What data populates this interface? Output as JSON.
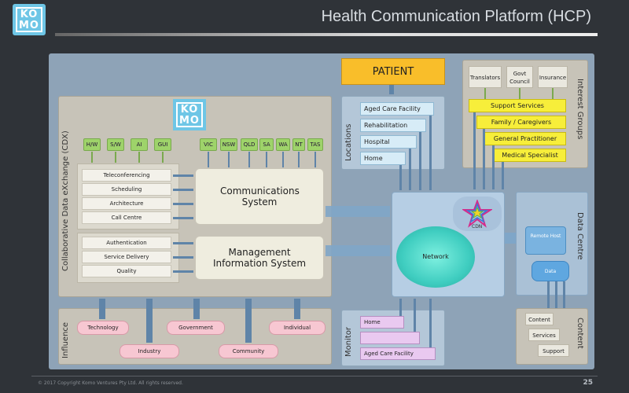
{
  "header": {
    "logo_text": "KO\nMO",
    "title": "Health Communication Platform (HCP)"
  },
  "cdx": {
    "label": "Collaborative Data eXchange (CDX)",
    "logo_text": "KO\nMO",
    "tech_tags": [
      "H/W",
      "S/W",
      "AI",
      "GUI"
    ],
    "regions": [
      "VIC",
      "NSW",
      "QLD",
      "SA",
      "WA",
      "NT",
      "TAS"
    ],
    "comm_items": [
      "Teleconferencing",
      "Scheduling",
      "Architecture",
      "Call Centre"
    ],
    "mgmt_items": [
      "Authentication",
      "Service Delivery",
      "Quality"
    ],
    "comm_system": "Communications System",
    "mis_system": "Management Information System"
  },
  "influence": {
    "label": "Influence",
    "top_row": [
      "Technology",
      "Government",
      "Individual"
    ],
    "bottom_row": [
      "Industry",
      "Community"
    ]
  },
  "patient": {
    "label": "PATIENT"
  },
  "locations": {
    "label": "Locations",
    "items": [
      "Aged Care Facility",
      "Rehabilitation",
      "Hospital",
      "Home"
    ]
  },
  "interest_groups": {
    "label": "Interest Groups",
    "top": [
      "Translators",
      "Govt Council",
      "Insurance"
    ],
    "items": [
      "Support Services",
      "Family / Caregivers",
      "General Practitioner",
      "Medical Specialist"
    ]
  },
  "network": {
    "label": "Network",
    "cdn": "CDN"
  },
  "data_centre": {
    "label": "Data Centre",
    "remote_host": "Remote Host",
    "data": "Data"
  },
  "content": {
    "label": "Content",
    "items": [
      "Content",
      "Services",
      "Support"
    ]
  },
  "monitor": {
    "label": "Monitor",
    "items": [
      "Home",
      "",
      "Aged Care Facility"
    ]
  },
  "footer": {
    "copyright": "© 2017 Copyright Komo Ventures Pty Ltd. All rights reserved.",
    "page": "25"
  },
  "colors": {
    "background": "#2f3338",
    "board": "#8ea3b7",
    "accent_green": "#9ed36a",
    "accent_yellow": "#f7ee3a",
    "patient_orange": "#f9be2a"
  }
}
